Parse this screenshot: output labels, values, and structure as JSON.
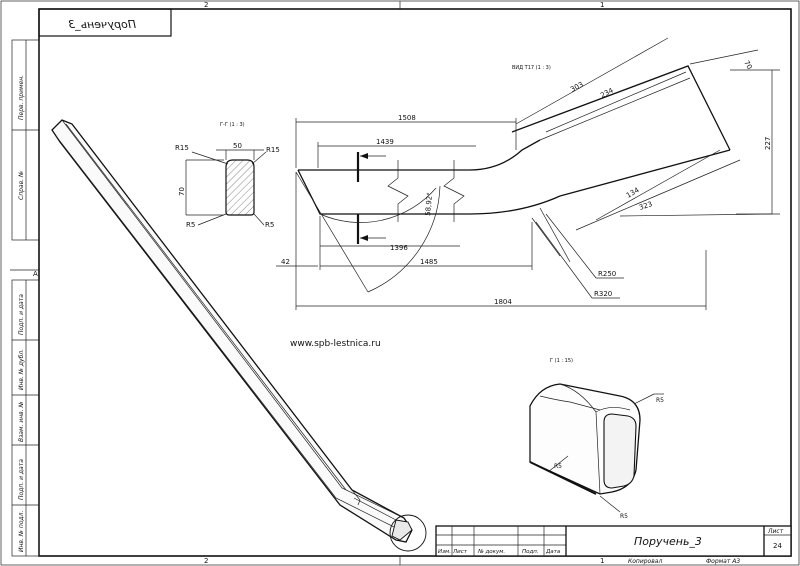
{
  "sheet": {
    "zone_top_left": "2",
    "zone_top_right": "1",
    "zone_bottom_left": "2",
    "zone_bottom_right": "1",
    "zone_side": "A",
    "mirrored_title": "Поручень_3",
    "side_labels": [
      "Перв. примен.",
      "Справ. №",
      "Подп. и дата",
      "Инв. № дубл.",
      "Взам. инв. №",
      "Подп. и дата",
      "Инв. № подл."
    ]
  },
  "drawing": {
    "top_note": "ВИД Т17 (1 : 3)",
    "section_note": "Г-Г (1 : 3)",
    "detail_note": "Г (1 : 15)",
    "website": "www.spb-lestnica.ru",
    "section_dims": {
      "width": "50",
      "height": "70",
      "r_top_left": "R15",
      "r_top_right": "R15",
      "r_bottom_left": "R5",
      "r_bottom_right": "R5"
    },
    "main_dims": {
      "d1508": "1508",
      "d1439": "1439",
      "d1396": "1396",
      "d1485": "1485",
      "d1804": "1804",
      "d42": "42",
      "angle": "58,92°",
      "d303": "303",
      "d234a": "234",
      "d70": "70",
      "d227": "227",
      "d134": "134",
      "d323": "323",
      "r250": "R250",
      "r320": "R320"
    },
    "detail_dims": {
      "r_a": "R5",
      "r_b": "R5",
      "r_c": "R5"
    }
  },
  "title_block": {
    "title": "Поручень_3",
    "sheet_label": "Лист",
    "sheet_number": "24",
    "copied": "Копировал",
    "format": "Формат А3",
    "columns": [
      "Изм.",
      "Лист",
      "№ докум.",
      "Подп.",
      "Дата"
    ]
  }
}
